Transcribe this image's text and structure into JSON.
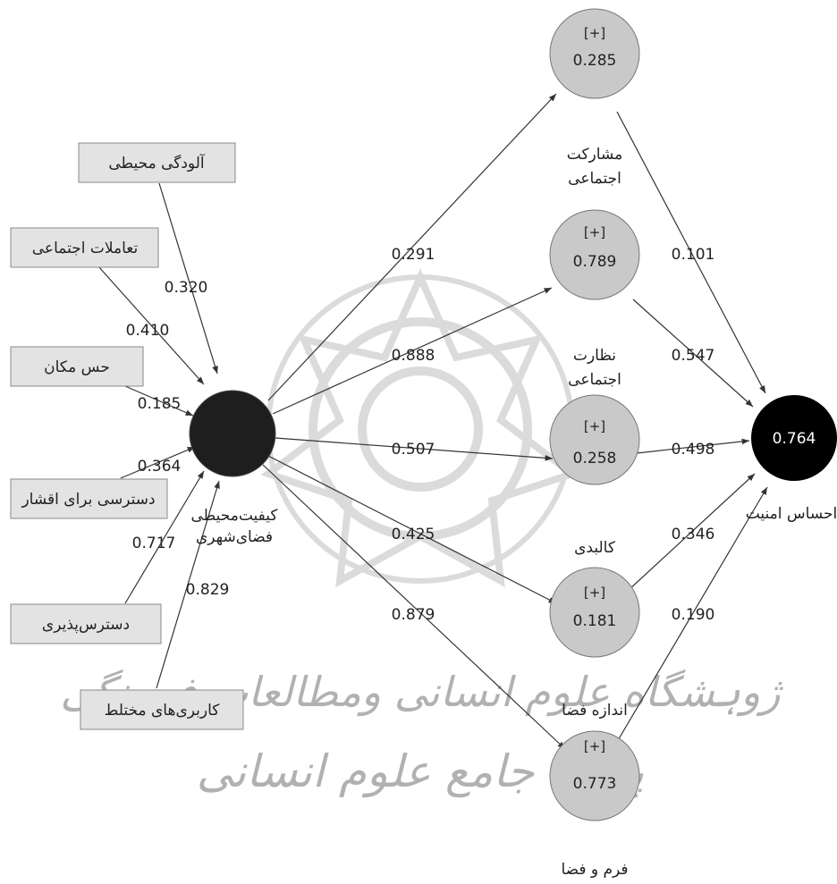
{
  "indicators": [
    {
      "id": "i1",
      "label": "آلودگی محیطی"
    },
    {
      "id": "i2",
      "label": "تعاملات اجتماعی"
    },
    {
      "id": "i3",
      "label": "حس مکان"
    },
    {
      "id": "i4",
      "label": "دسترسی برای اقشار"
    },
    {
      "id": "i5",
      "label": "دسترس‌پذیری"
    },
    {
      "id": "i6",
      "label": "کاربری‌های مختلط"
    }
  ],
  "central": {
    "label_line1": "کیفیت‌محیطی",
    "label_line2": "فضای‌شهری"
  },
  "mediators": [
    {
      "id": "m1",
      "r2": "0.285",
      "marker": "[+]",
      "label_line1": "مشارکت",
      "label_line2": "اجتماعی"
    },
    {
      "id": "m2",
      "r2": "0.789",
      "marker": "[+]",
      "label_line1": "نظارت",
      "label_line2": "اجتماعی"
    },
    {
      "id": "m3",
      "r2": "0.258",
      "marker": "[+]",
      "label_line1": "کالبدی",
      "label_line2": ""
    },
    {
      "id": "m4",
      "r2": "0.181",
      "marker": "[+]",
      "label_line1": "اندازه فضا",
      "label_line2": ""
    },
    {
      "id": "m5",
      "r2": "0.773",
      "marker": "[+]",
      "label_line1": "فرم و فضا",
      "label_line2": ""
    }
  ],
  "outcome": {
    "r2": "0.764",
    "label": "احساس امنیت"
  },
  "paths": {
    "indicators": [
      "0.320",
      "0.410",
      "0.185",
      "0.364",
      "0.717",
      "0.829"
    ],
    "central_to_mediators": [
      "0.291",
      "0.888",
      "0.507",
      "0.425",
      "0.879"
    ],
    "mediators_to_outcome": [
      "0.101",
      "0.547",
      "0.498",
      "0.346",
      "0.190"
    ]
  },
  "watermark": {
    "line1": "ژوہشگاه علوم انسانی ومطالعات فرہنگی",
    "line2": "پرتال جامع علوم انسانی"
  }
}
